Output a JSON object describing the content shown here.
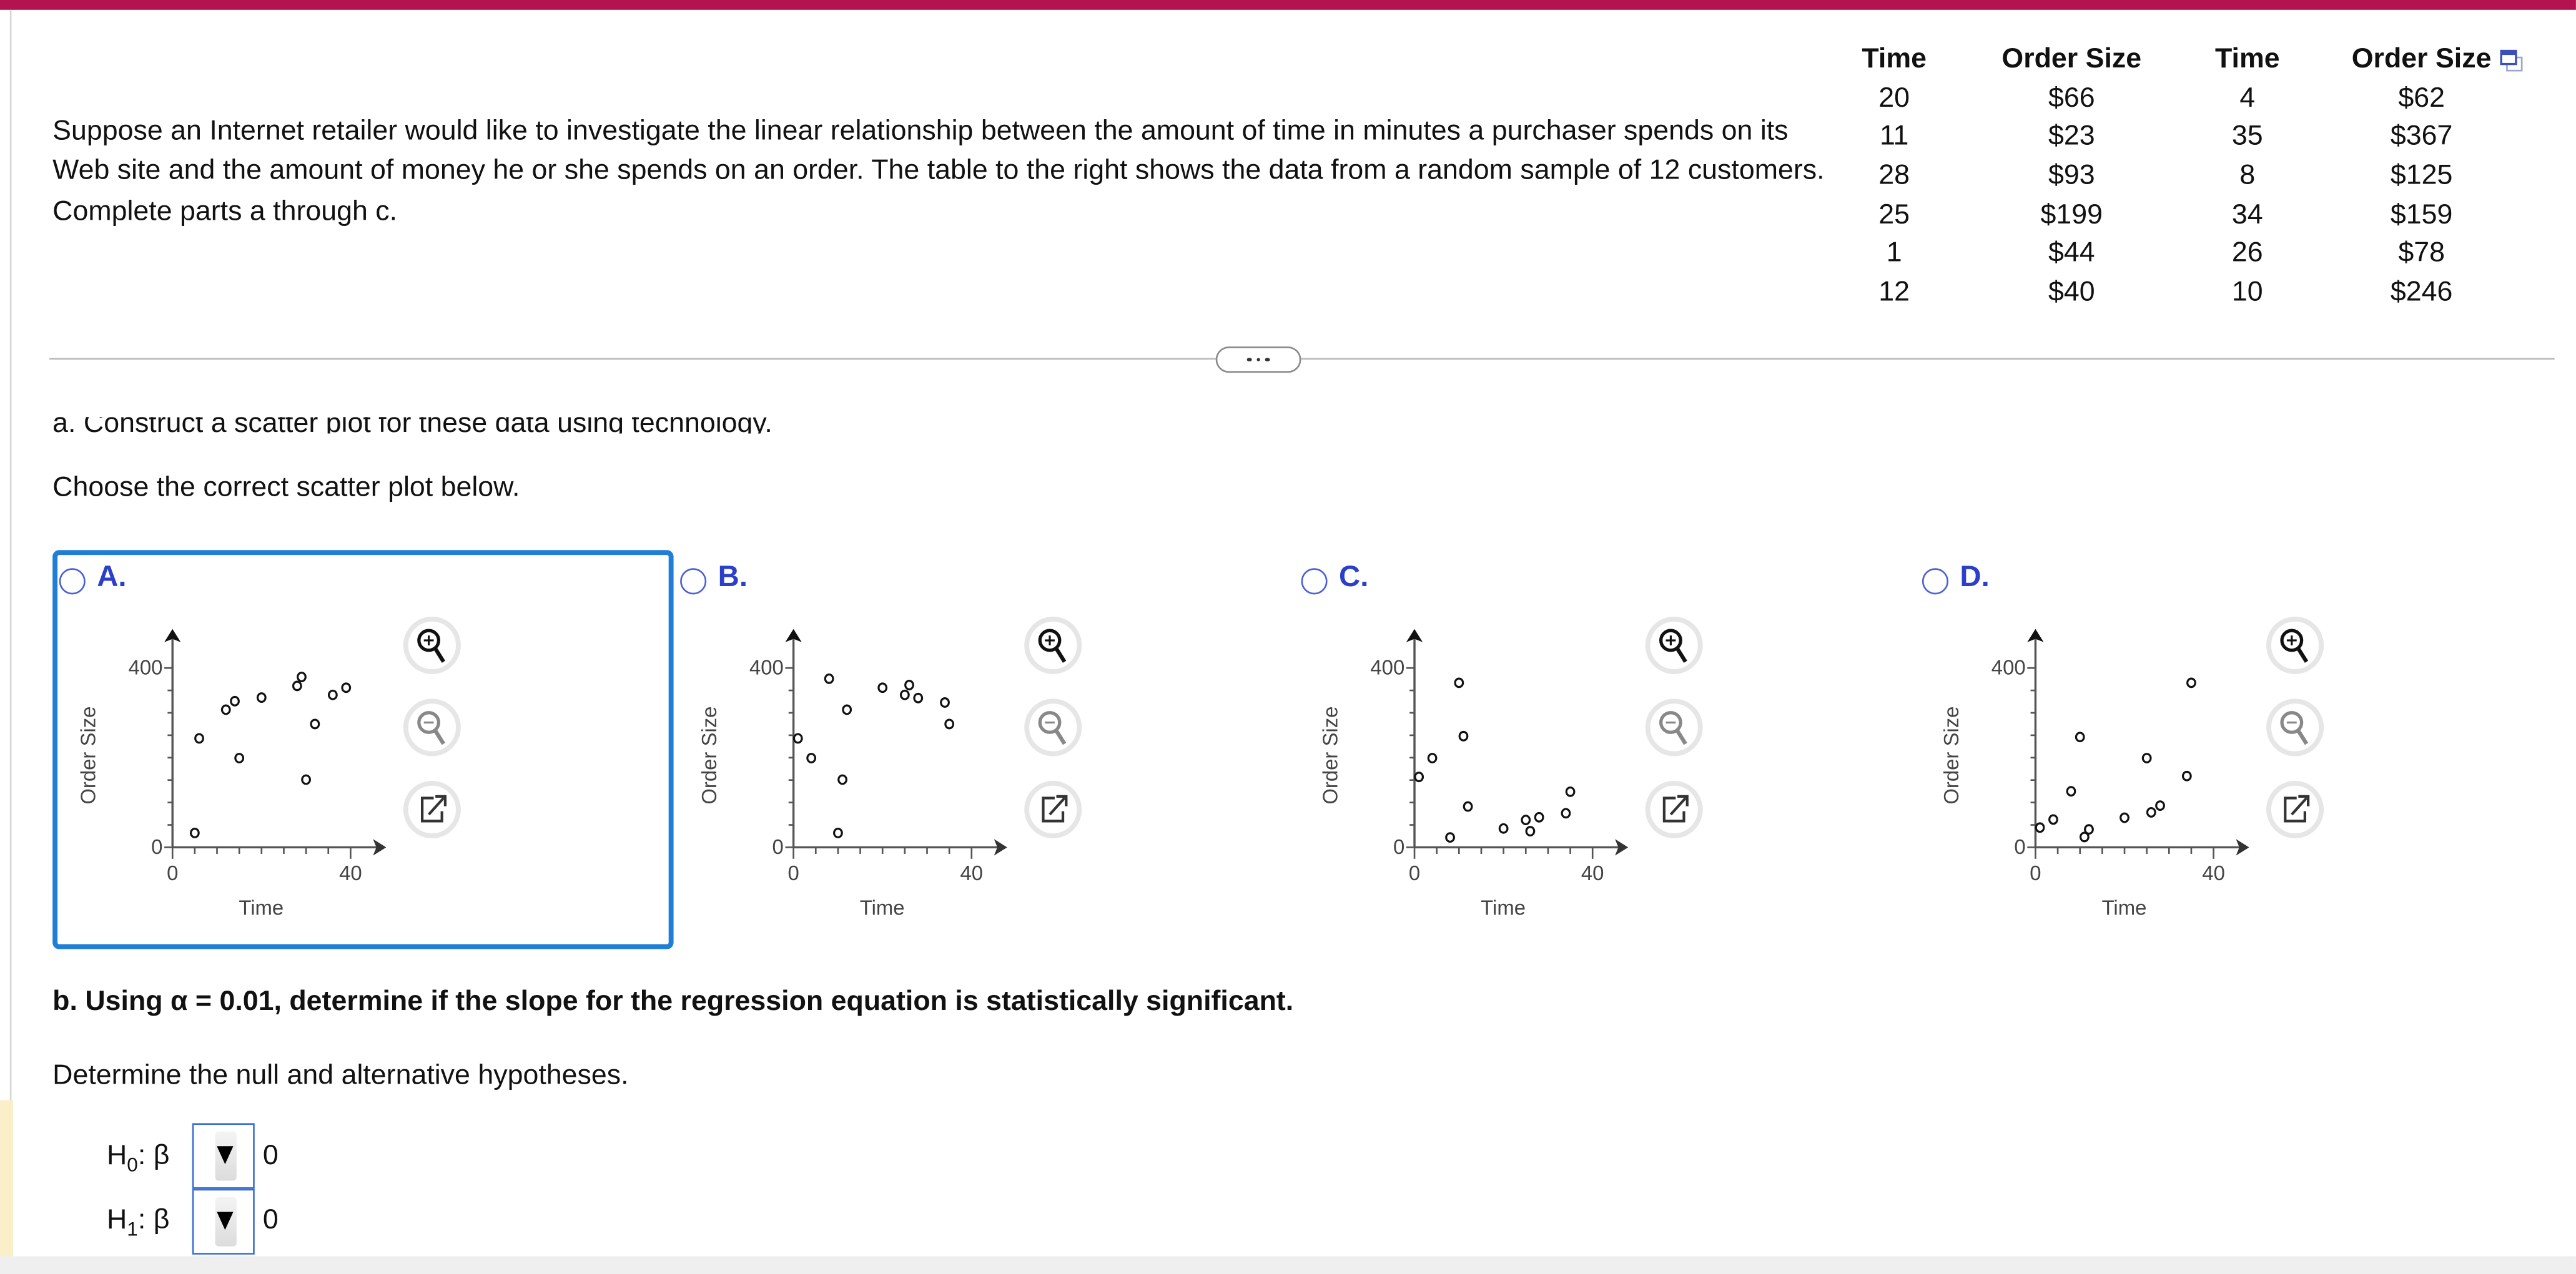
{
  "colors": {
    "top_bar": "#b3134f",
    "accent": "#2b3fc8",
    "selected_border": "#1f7fd6"
  },
  "intro": {
    "text": "Suppose an Internet retailer would like to investigate the linear relationship between the amount of time in minutes a purchaser spends on its Web site and the amount of money he or she spends on an order. The table to the right shows the data from a random sample of 12 customers. Complete parts a through c."
  },
  "table": {
    "headers": [
      "Time",
      "Order Size",
      "Time",
      "Order Size"
    ],
    "rows": [
      [
        "20",
        "$66",
        "4",
        "$62"
      ],
      [
        "11",
        "$23",
        "35",
        "$367"
      ],
      [
        "28",
        "$93",
        "8",
        "$125"
      ],
      [
        "25",
        "$199",
        "34",
        "$159"
      ],
      [
        "1",
        "$44",
        "26",
        "$78"
      ],
      [
        "12",
        "$40",
        "10",
        "$246"
      ]
    ],
    "copy_icon": "copy-data-icon"
  },
  "part_a": {
    "prompt": "a. Construct a scatter plot for these data using technology.",
    "instruction": "Choose the correct scatter plot below.",
    "selected_option": "A"
  },
  "options": [
    {
      "label": "A."
    },
    {
      "label": "B."
    },
    {
      "label": "C."
    },
    {
      "label": "D."
    }
  ],
  "chart_data": [
    {
      "type": "scatter",
      "option": "A",
      "xlabel": "Time",
      "ylabel": "Order Size",
      "xticks": [
        "0",
        "40"
      ],
      "yticks": [
        "0",
        "400"
      ],
      "xlim": [
        0,
        48
      ],
      "ylim": [
        0,
        487
      ],
      "x_minor_step": 5,
      "y_minor_step": 50,
      "x": [
        5,
        6,
        12,
        14,
        20,
        15,
        28,
        29,
        32,
        30,
        36,
        39
      ],
      "y": [
        32,
        243,
        307,
        326,
        334,
        199,
        360,
        380,
        275,
        151,
        340,
        356
      ]
    },
    {
      "type": "scatter",
      "option": "B",
      "xlabel": "Time",
      "ylabel": "Order Size",
      "xticks": [
        "0",
        "40"
      ],
      "yticks": [
        "0",
        "400"
      ],
      "xlim": [
        0,
        48
      ],
      "ylim": [
        0,
        487
      ],
      "x_minor_step": 5,
      "y_minor_step": 50,
      "x": [
        8,
        12,
        1,
        4,
        11,
        10,
        20,
        26,
        25,
        28,
        34,
        35
      ],
      "y": [
        376,
        307,
        243,
        199,
        151,
        32,
        356,
        362,
        340,
        333,
        323,
        275
      ]
    },
    {
      "type": "scatter",
      "option": "C",
      "xlabel": "Time",
      "ylabel": "Order Size",
      "xticks": [
        "0",
        "40"
      ],
      "yticks": [
        "0",
        "400"
      ],
      "xlim": [
        0,
        48
      ],
      "ylim": [
        0,
        487
      ],
      "x_minor_step": 5,
      "y_minor_step": 50,
      "x": [
        10,
        11,
        4,
        1,
        12,
        8,
        20,
        25,
        26,
        28,
        34,
        35
      ],
      "y": [
        367,
        248,
        199,
        157,
        91,
        22,
        42,
        61,
        36,
        67,
        76,
        124
      ]
    },
    {
      "type": "scatter",
      "option": "D",
      "xlabel": "Time",
      "ylabel": "Order Size",
      "xticks": [
        "0",
        "40"
      ],
      "yticks": [
        "0",
        "400"
      ],
      "xlim": [
        0,
        48
      ],
      "ylim": [
        0,
        487
      ],
      "x_minor_step": 5,
      "y_minor_step": 50,
      "x": [
        20,
        11,
        28,
        25,
        1,
        12,
        4,
        35,
        8,
        34,
        26,
        10
      ],
      "y": [
        66,
        23,
        93,
        199,
        44,
        40,
        62,
        367,
        125,
        159,
        78,
        246
      ]
    }
  ],
  "part_b": {
    "prompt": "b. Using α = 0.01, determine if the slope for the regression equation is statistically significant.",
    "instruction": "Determine the null and alternative hypotheses.",
    "h0": {
      "lhs": "H",
      "sub": "0",
      "rest": ": β",
      "rhs": "0"
    },
    "h1": {
      "lhs": "H",
      "sub": "1",
      "rest": ": β",
      "rhs": "0"
    }
  }
}
